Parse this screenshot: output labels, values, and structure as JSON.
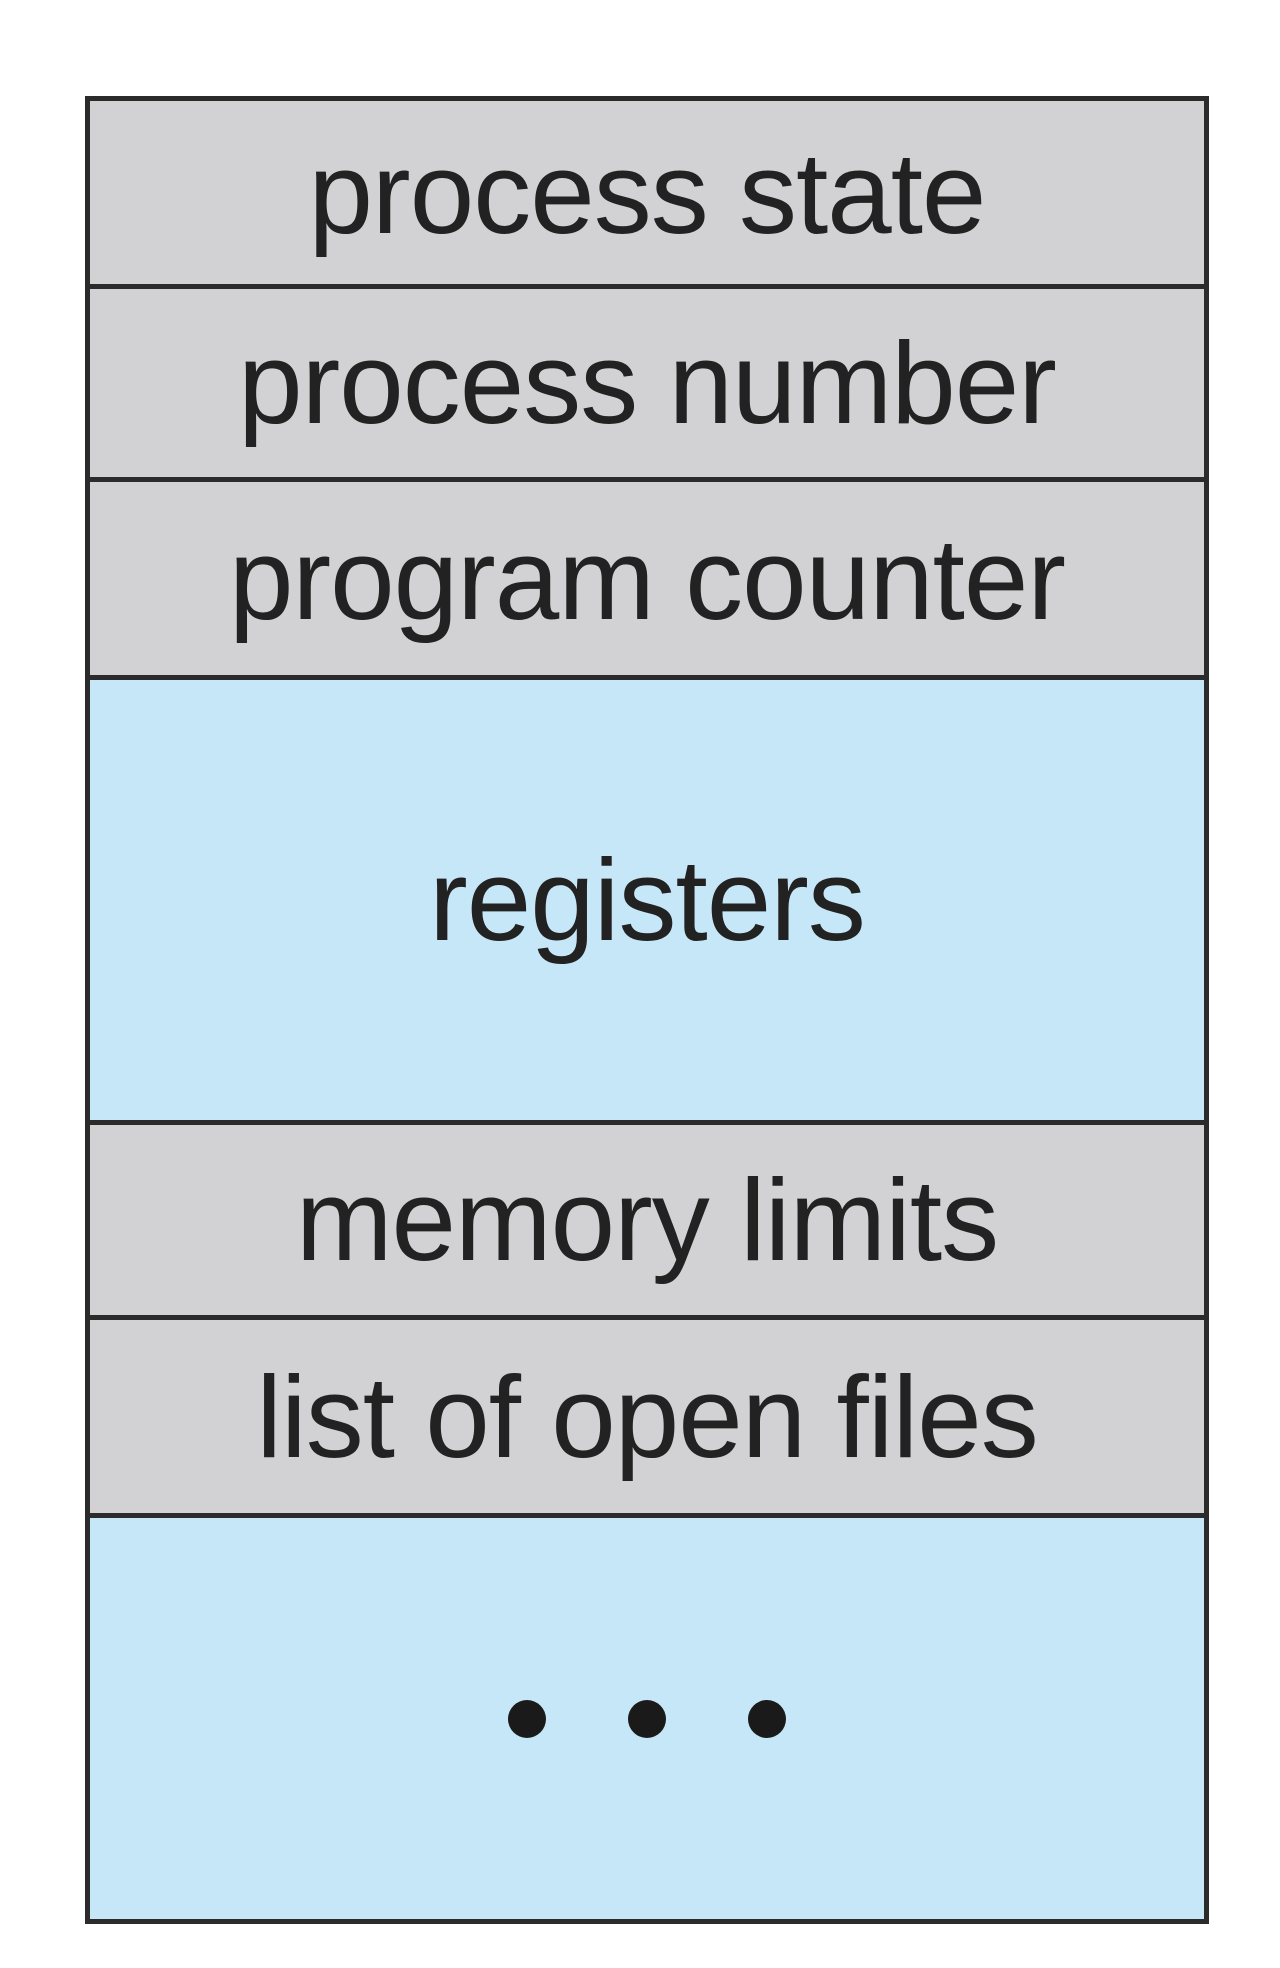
{
  "pcb": {
    "fields": [
      {
        "label": "process state"
      },
      {
        "label": "process number"
      },
      {
        "label": "program counter"
      },
      {
        "label": "registers"
      },
      {
        "label": "memory limits"
      },
      {
        "label": "list of open files"
      },
      {
        "label": ""
      }
    ]
  },
  "colors": {
    "field_gray": "#d2d2d4",
    "field_blue": "#c6e7f8",
    "border": "#2b2b2b"
  }
}
